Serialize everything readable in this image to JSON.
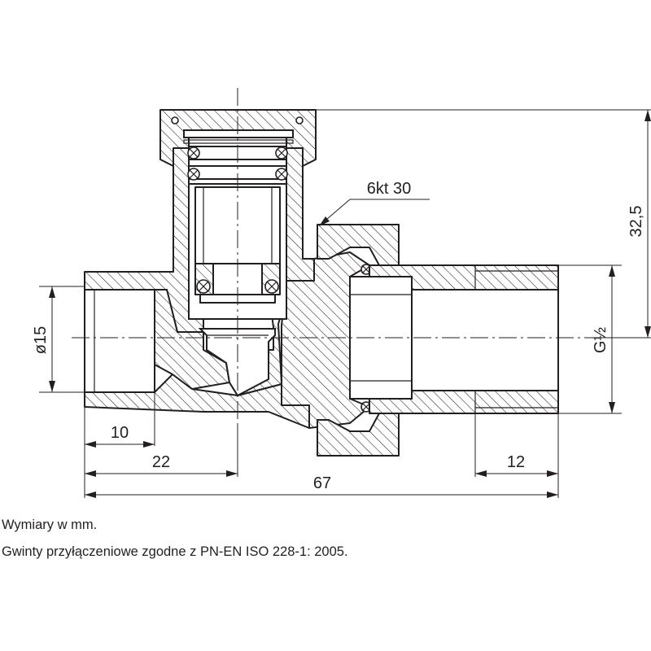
{
  "dimensions": {
    "inlet_length": "10",
    "axis_offset": "22",
    "overall_length": "67",
    "outlet_thread_length": "12",
    "inlet_diameter": "ø15",
    "height": "32,5",
    "thread": "G½",
    "hex_nut": "6kt 30"
  },
  "notes": {
    "units": "Wymiary w mm.",
    "standard": "Gwinty przyłączeniowe zgodne z PN-EN ISO 228-1: 2005."
  }
}
